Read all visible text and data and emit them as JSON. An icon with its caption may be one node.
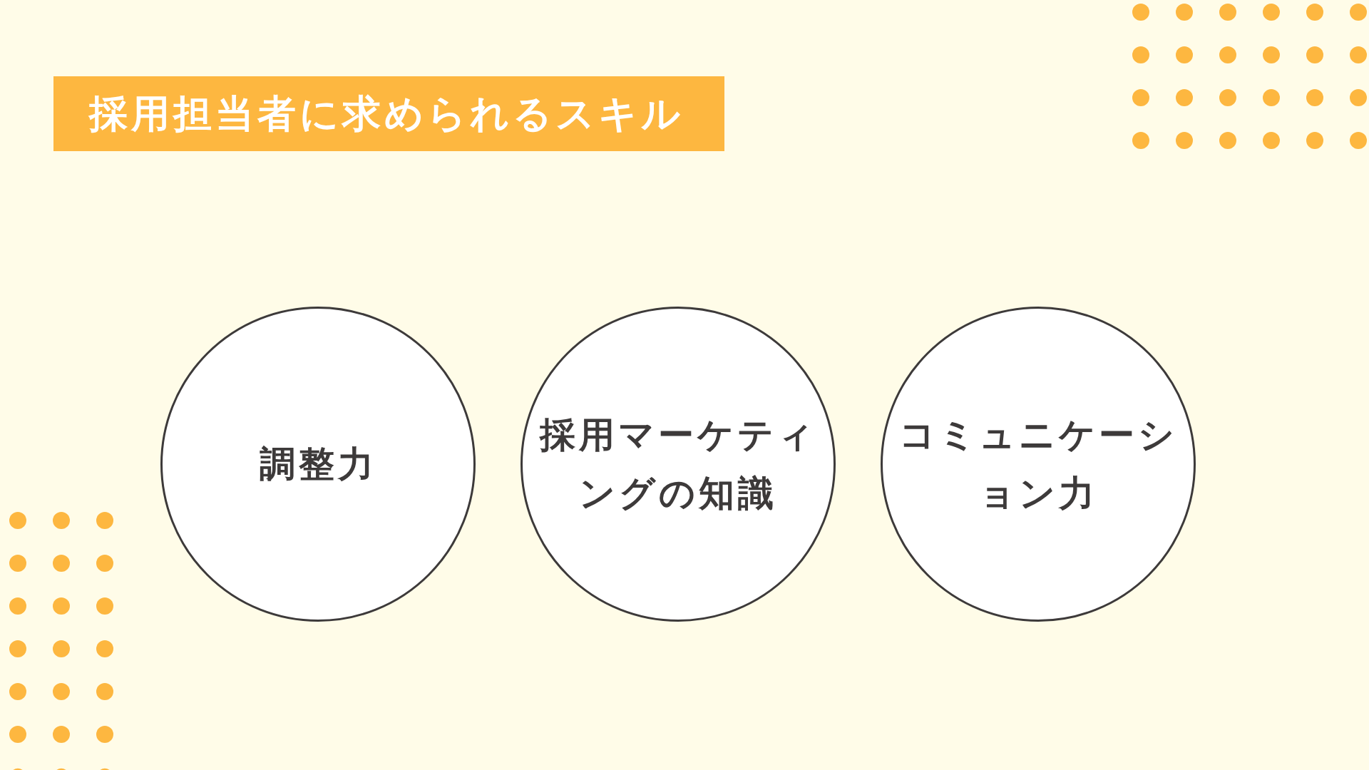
{
  "diagram": {
    "title": "採用担当者に求められるスキル",
    "nodes": [
      {
        "text": [
          "調整力"
        ]
      },
      {
        "text": [
          "採用マーケティングの知識"
        ]
      },
      {
        "text": [
          "コミュニケーション力"
        ]
      }
    ]
  }
}
